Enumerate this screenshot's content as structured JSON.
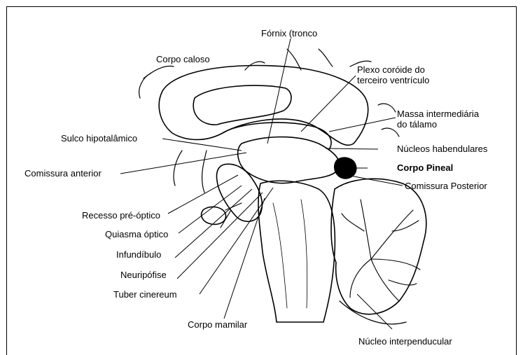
{
  "labels": {
    "fornix": "Fórnix (tronco",
    "corpo_caloso": "Corpo caloso",
    "plexo_1": "Plexo coróide do",
    "plexo_2": "terceiro ventrículo",
    "massa_1": "Massa intermediária",
    "massa_2": "do tálamo",
    "sulco": "Sulco hipotalâmico",
    "nucleos_hab": "Núcleos habendulares",
    "comissura_ant": "Comissura anterior",
    "corpo_pineal": "Corpo Pineal",
    "comissura_post": "Comissura Posterior",
    "recesso": "Recesso pré-óptico",
    "quiasma": "Quiasma óptico",
    "infundibulo": "Infundíbulo",
    "neuripofise": "Neuripófise",
    "tuber": "Tuber cinereum",
    "corpo_mamilar": "Corpo mamilar",
    "nucleo_interp": "Núcleo interpenducular"
  },
  "colors": {
    "ink": "#000000",
    "background": "#ffffff"
  }
}
